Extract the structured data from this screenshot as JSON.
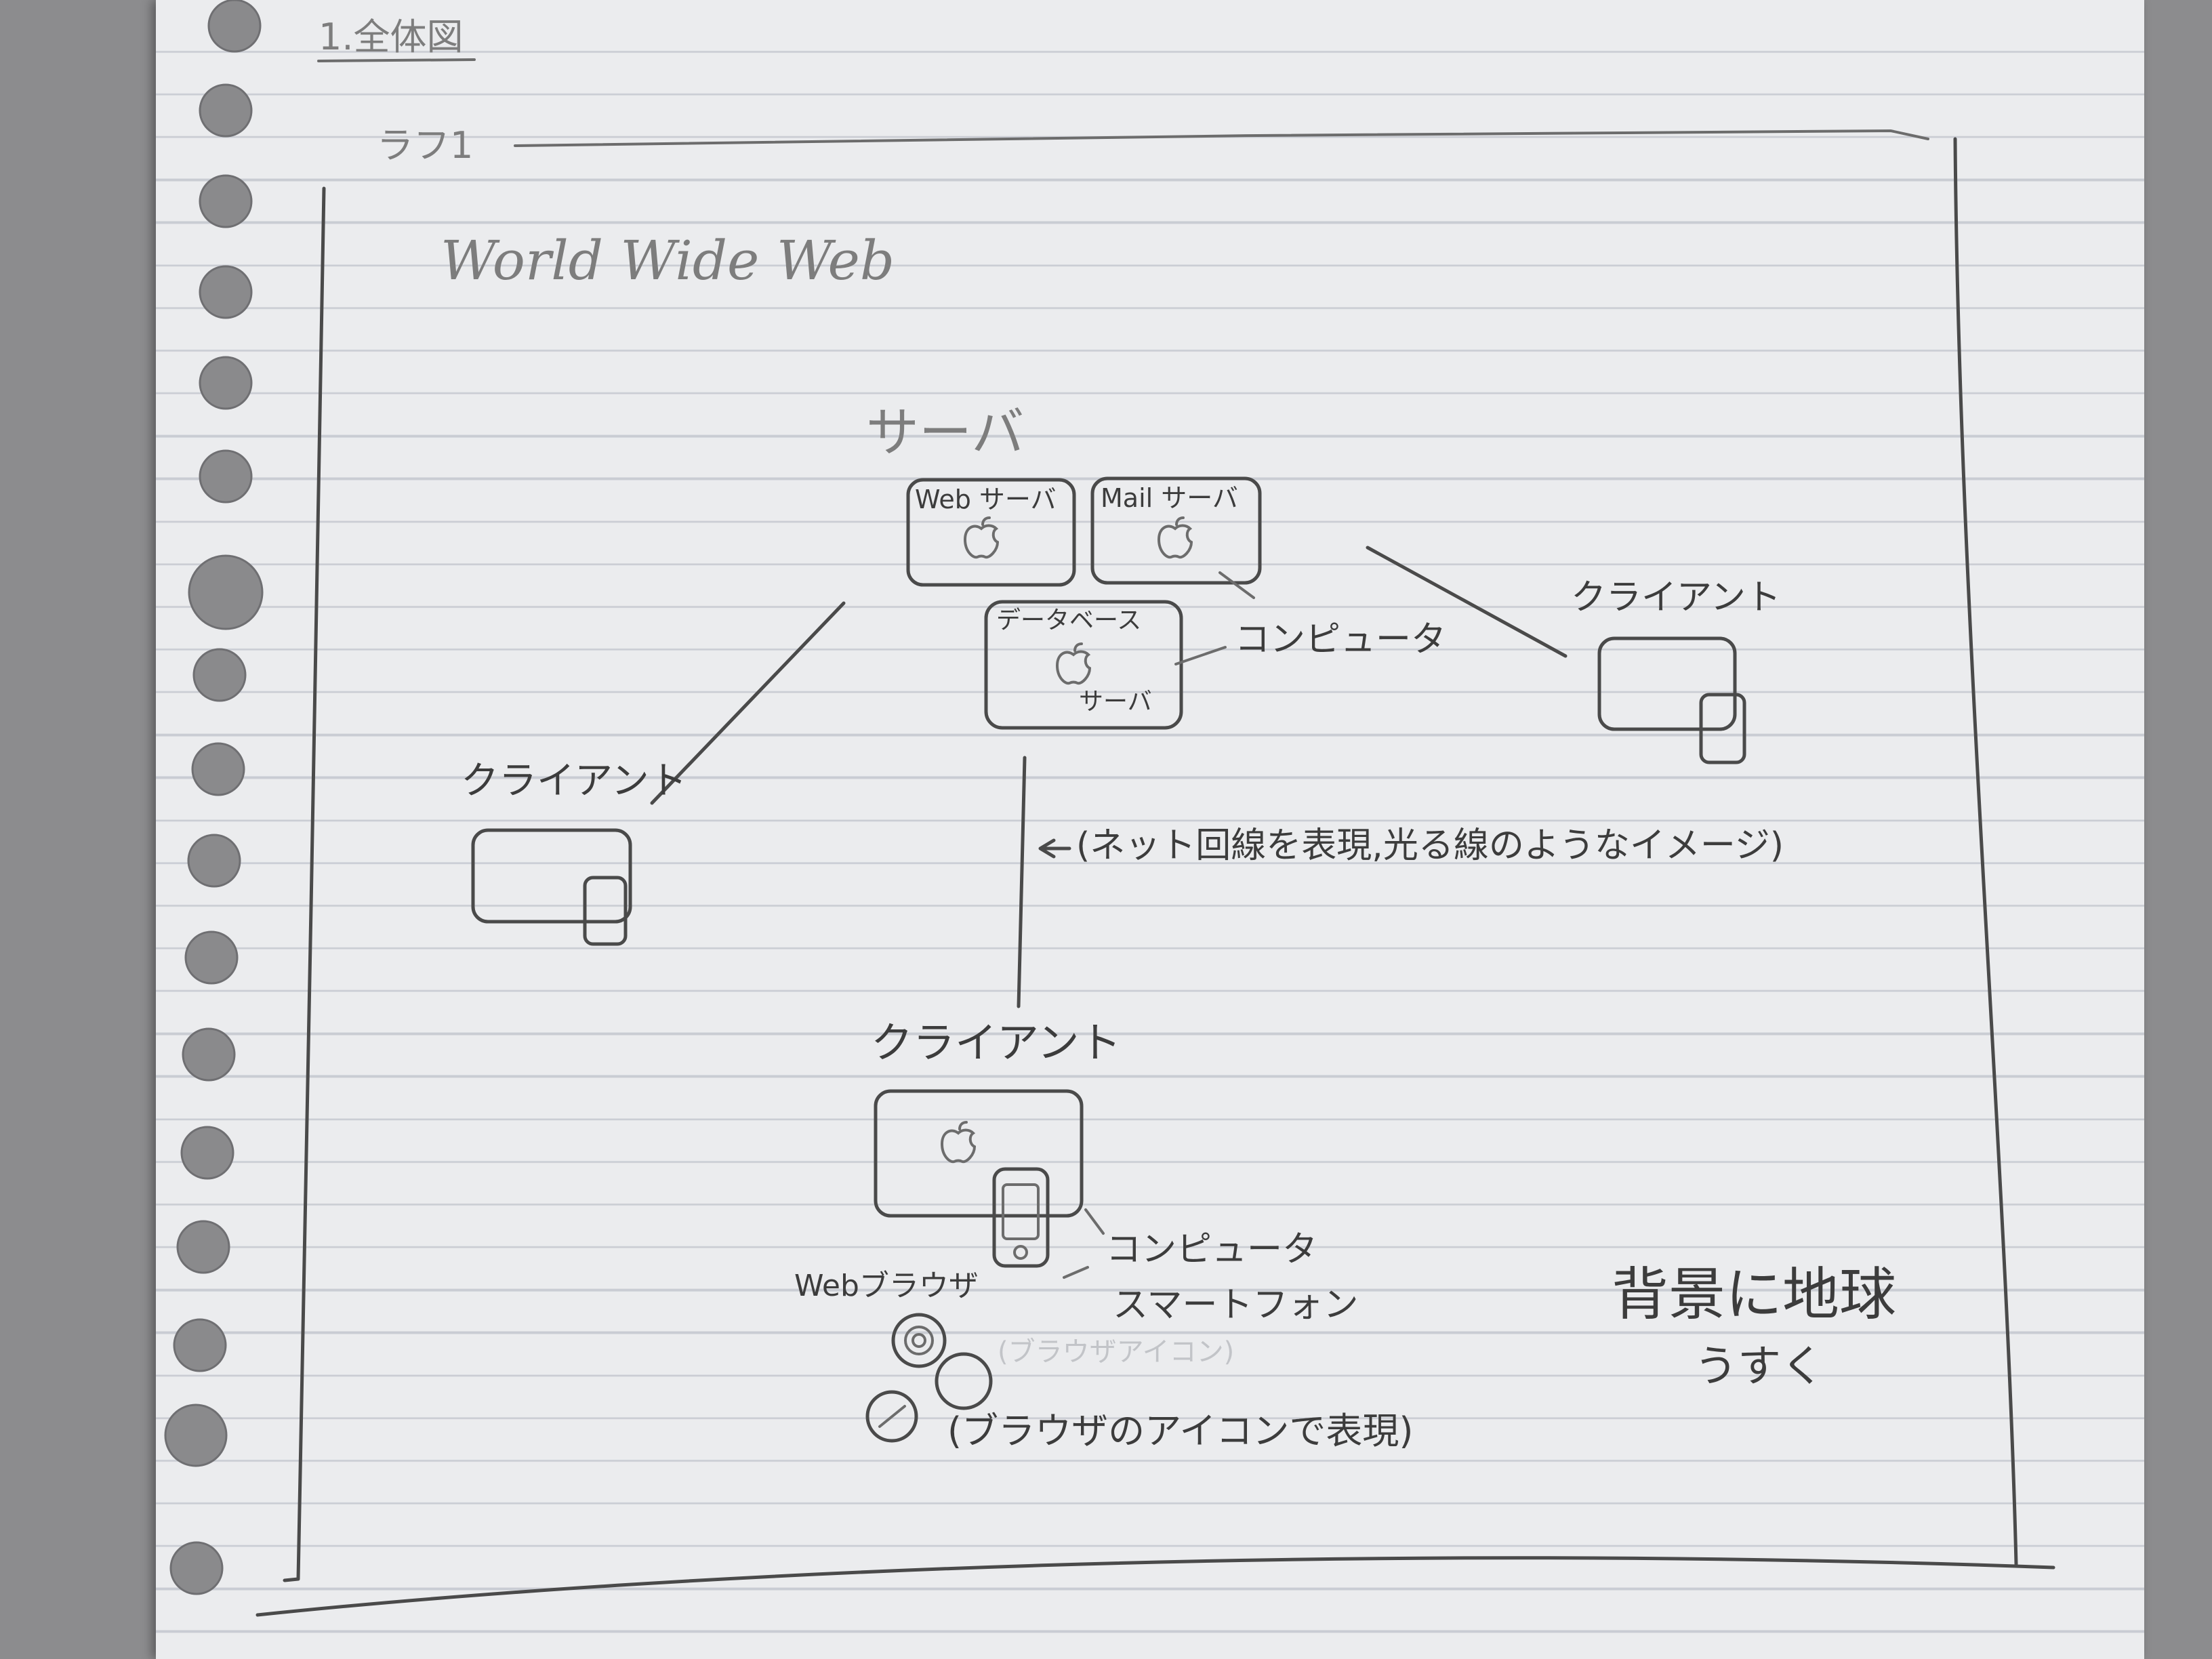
{
  "header": {
    "section_title": "1.全体図"
  },
  "rough_label": "ラフ1",
  "diagram": {
    "title": "World Wide Web",
    "server_group_label": "サーバ",
    "servers": {
      "web": "Web サーバ",
      "mail": "Mail サーバ",
      "db_line1": "データベース",
      "db_line2": "サーバ"
    },
    "server_annotation": "コンピュータ",
    "clients": {
      "left": "クライアント",
      "right": "クライアント",
      "bottom": "クライアント"
    },
    "line_annotation": "(ネット回線を表現,光る線のようなイメージ)",
    "device_annotation": {
      "line1": "コンピュータ",
      "line2": "スマートフォン"
    },
    "browser_label": "Webブラウザ",
    "browser_note": "(ブラウザのアイコンで表現)",
    "faint_note": "(ブラウザアイコン)",
    "background_note": {
      "line1": "背景に地球",
      "line2": "うすく"
    }
  },
  "colors": {
    "paper": "#ebecee",
    "rule_line": "#c9ccd3",
    "pencil": "#4a4a4a",
    "desk": "#8c8c8e"
  }
}
